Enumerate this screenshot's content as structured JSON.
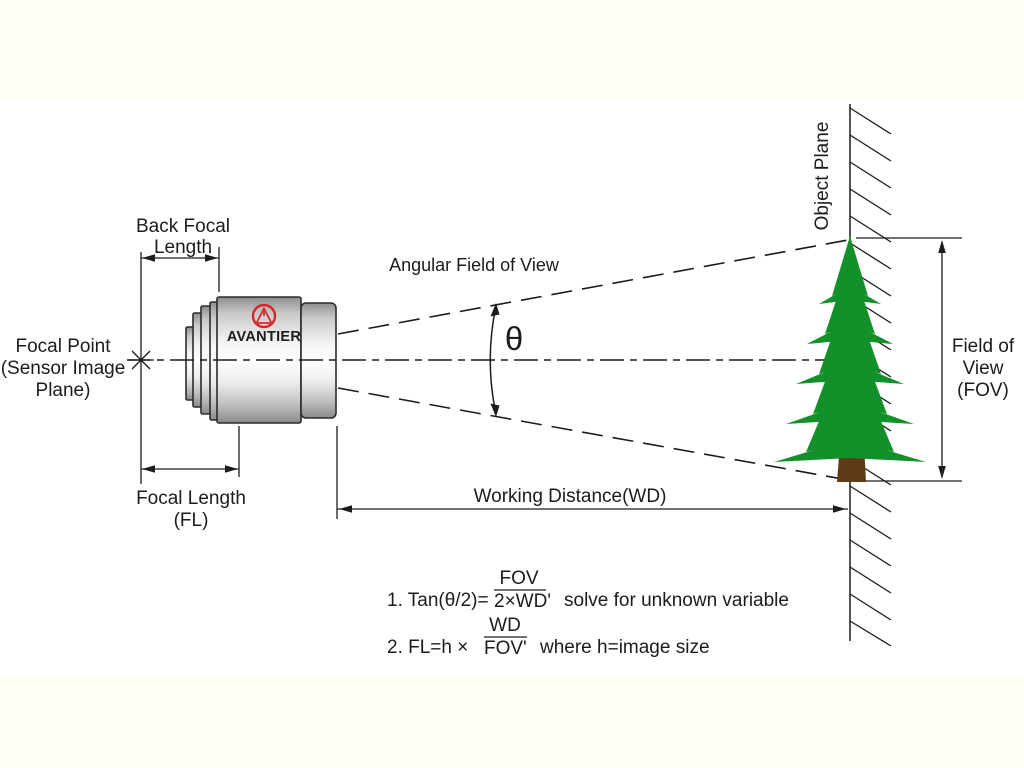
{
  "colors": {
    "line": "#1c1c1c",
    "tree_green": "#13902a",
    "trunk_brown": "#5e3a17",
    "brand_red": "#d6252b",
    "band_cream": "#fffef4"
  },
  "lens": {
    "brand": "AVANTIER"
  },
  "labels": {
    "back_focal_length": {
      "line1": "Back Focal",
      "line2": "Length"
    },
    "focal_point": {
      "line1": "Focal Point",
      "line2": "(Sensor Image",
      "line3": "Plane)"
    },
    "angular_field_of_view": "Angular Field of View",
    "theta": "θ",
    "object_plane": "Object Plane",
    "field_of_view": {
      "line1": "Field of",
      "line2": "View",
      "line3": "(FOV)"
    },
    "working_distance": "Working Distance(WD)",
    "focal_length": {
      "line1": "Focal Length",
      "line2": "(FL)"
    }
  },
  "formulas": {
    "formula1": {
      "prefix": "1. Tan(θ/2)=",
      "numerator": "FOV",
      "denominator": "2×WD'",
      "suffix": "solve for unknown variable"
    },
    "formula2": {
      "prefix": "2. FL=h  ×",
      "numerator": "WD",
      "denominator": "FOV'",
      "suffix": "where h=image size"
    }
  }
}
